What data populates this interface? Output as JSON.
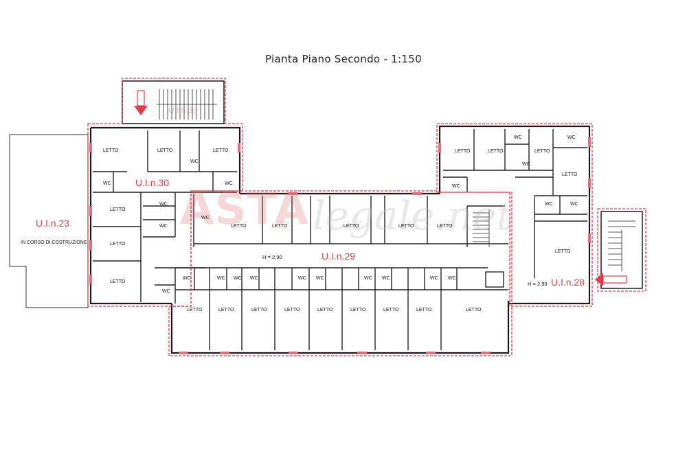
{
  "title": "Pianta Piano Secondo - 1:150",
  "watermark": {
    "main": "ASTA",
    "tail": "legale.net"
  },
  "units": {
    "u23": "U.I.n.23",
    "u23_note": "IN CORSO DI COSTRUZIONE",
    "u30": "U.I.n.30",
    "u29": "U.I.n.29",
    "u28": "U.I.n.28",
    "u_stair": "U.I.n.33"
  },
  "heights": {
    "corridor": "H = 2,90",
    "right": "H = 2,90"
  },
  "room_labels": {
    "letto": "LETTO",
    "wc": "WC"
  },
  "colors": {
    "walls": "#1a1a1a",
    "boundary": "#e0404a",
    "windows": "#e07080"
  }
}
